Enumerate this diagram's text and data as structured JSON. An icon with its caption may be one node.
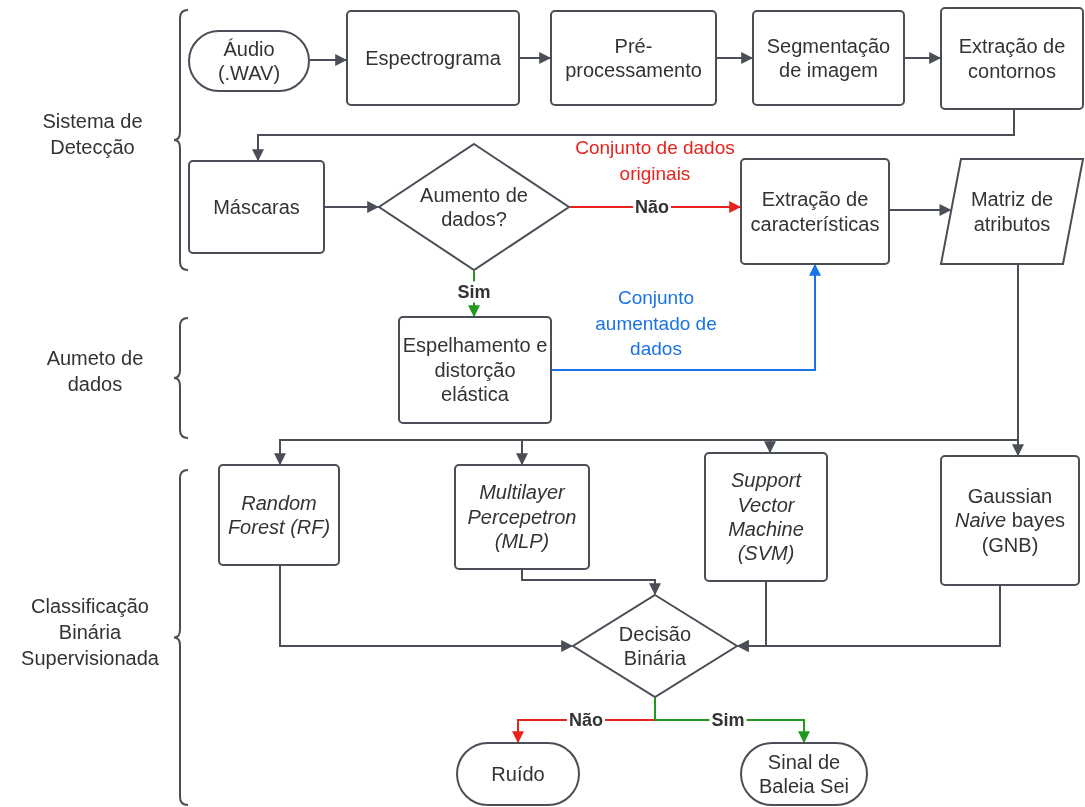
{
  "diagram": {
    "nodes": [
      {
        "text": [
          "Áudio (.WAV)"
        ]
      },
      {
        "text": [
          "Espectrograma"
        ]
      },
      {
        "text": [
          "Pré-processamento"
        ]
      },
      {
        "text": [
          "Segmentação de imagem"
        ]
      },
      {
        "text": [
          "Extração de contornos"
        ]
      },
      {
        "text": [
          "Máscaras"
        ]
      },
      {
        "text": [
          "Aumento de dados?"
        ]
      },
      {
        "text": [
          "Extração de características"
        ]
      },
      {
        "text": [
          "Matriz de atributos"
        ]
      },
      {
        "text": [
          "Espelhamento e distorção elástica"
        ]
      },
      {
        "text": [
          "Random Forest (RF)"
        ]
      },
      {
        "text": [
          "Multilayer Percepetron (MLP)"
        ]
      },
      {
        "text": [
          "Support Vector Machine (SVM)"
        ]
      },
      {
        "text": [
          "Gaussian *Naive* bayes (GNB)"
        ]
      },
      {
        "text": [
          "Decisão Binária"
        ]
      },
      {
        "text": [
          "Ruído"
        ]
      },
      {
        "text": [
          "Sinal de Baleia Sei"
        ]
      }
    ],
    "edges": [
      {
        "from": 0,
        "to": 1,
        "arrow": "to"
      },
      {
        "from": 1,
        "to": 2,
        "arrow": "to"
      },
      {
        "from": 2,
        "to": 3,
        "arrow": "to"
      },
      {
        "from": 3,
        "to": 4,
        "arrow": "to"
      },
      {
        "from": 4,
        "to": 5,
        "arrow": "to"
      },
      {
        "from": 5,
        "to": 6,
        "arrow": "to"
      },
      {
        "from": 6,
        "to": 7,
        "arrow": "to",
        "label": "Não",
        "color": "#e8231d"
      },
      {
        "from": 6,
        "to": 9,
        "arrow": "to",
        "label": "Sim",
        "color": "#1f9a1f"
      },
      {
        "from": 9,
        "to": 7,
        "arrow": "to",
        "color": "#1a73e8"
      },
      {
        "from": 7,
        "to": 8,
        "arrow": "to"
      },
      {
        "from": 8,
        "to": 10,
        "arrow": "to"
      },
      {
        "from": 8,
        "to": 11,
        "arrow": "to"
      },
      {
        "from": 8,
        "to": 12,
        "arrow": "to"
      },
      {
        "from": 8,
        "to": 13,
        "arrow": "to"
      },
      {
        "from": 10,
        "to": 14,
        "arrow": "to"
      },
      {
        "from": 11,
        "to": 14,
        "arrow": "to"
      },
      {
        "from": 12,
        "to": 14,
        "arrow": "to"
      },
      {
        "from": 13,
        "to": 14,
        "arrow": "to"
      },
      {
        "from": 14,
        "to": 15,
        "arrow": "to",
        "label": "Não",
        "color": "#e8231d"
      },
      {
        "from": 14,
        "to": 16,
        "arrow": "to",
        "label": "Sim",
        "color": "#1f9a1f"
      }
    ],
    "labels": [
      "Sistema de Detecção",
      "Aumeto de dados",
      "Classificação Binária Supervisionada",
      "Conjunto de dados originais",
      "Conjunto aumentado de dados"
    ]
  }
}
